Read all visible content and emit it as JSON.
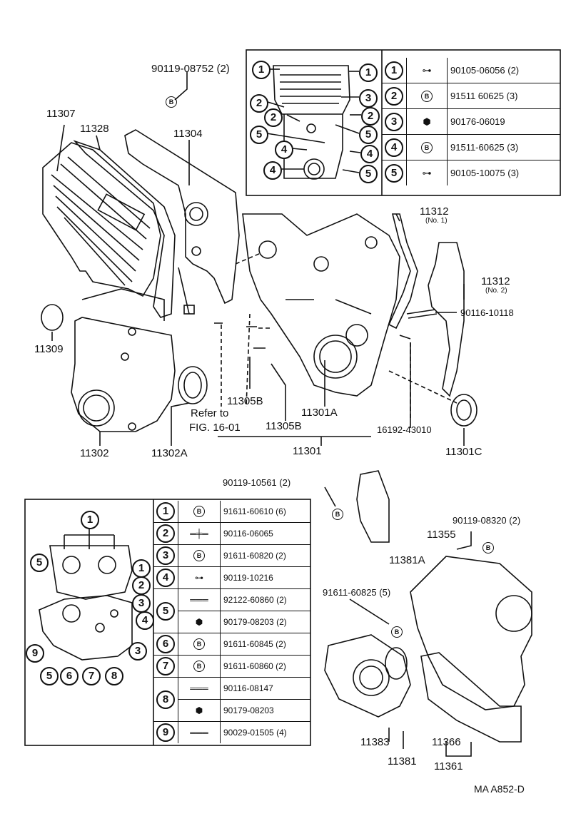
{
  "part_labels": {
    "p90119_08752": "90119-08752 (2)",
    "p11307": "11307",
    "p11328": "11328",
    "p11304": "11304",
    "p11312_a": "11312",
    "p11312_a_note": "(No. 1)",
    "p11312_b": "11312",
    "p11312_b_note": "(No. 2)",
    "p90116_10118": "90116-10118",
    "p11309": "11309",
    "p11305B_a": "11305B",
    "p11305B_b": "11305B",
    "p11301A": "11301A",
    "p16192": "16192-43010",
    "refer": "Refer to",
    "fig": "FIG. 16-01",
    "p11301": "11301",
    "p11301C": "11301C",
    "p11302": "11302",
    "p11302A": "11302A",
    "p90119_10561": "90119-10561 (2)",
    "p90119_08320": "90119-08320 (2)",
    "p11355": "11355",
    "p11381A": "11381A",
    "p91611_60825": "91611-60825 (5)",
    "p11383": "11383",
    "p11381": "11381",
    "p11366": "11366",
    "p11361": "11361",
    "code": "MA A852-D"
  },
  "top_table": [
    {
      "num": "1",
      "part": "90105-06056 (2)"
    },
    {
      "num": "2",
      "part": "91511 60625 (3)"
    },
    {
      "num": "3",
      "part": "90176-06019"
    },
    {
      "num": "4",
      "part": "91511-60625 (3)"
    },
    {
      "num": "5",
      "part": "90105-10075 (3)"
    }
  ],
  "bottom_table": [
    {
      "num": "1",
      "part": "91611-60610 (6)"
    },
    {
      "num": "2",
      "part": "90116-06065"
    },
    {
      "num": "3",
      "part": "91611-60820 (2)"
    },
    {
      "num": "4",
      "part": "90119-10216"
    },
    {
      "num": "5",
      "part": "92122-60860 (2)"
    },
    {
      "num": "",
      "part": "90179-08203 (2)"
    },
    {
      "num": "6",
      "part": "91611-60845 (2)"
    },
    {
      "num": "7",
      "part": "91611-60860 (2)"
    },
    {
      "num": "8",
      "part": "90116-08147"
    },
    {
      "num": "",
      "part": "90179-08203"
    },
    {
      "num": "9",
      "part": "90029-01505 (4)"
    }
  ],
  "bolt_mark": "B",
  "callout_numbers": {
    "c1": "1",
    "c2": "2",
    "c3": "3",
    "c4": "4",
    "c5": "5",
    "c6": "6",
    "c7": "7",
    "c8": "8",
    "c9": "9"
  },
  "icons": [
    "bolt-icon",
    "washer-bolt-icon",
    "stud-icon",
    "nut-icon",
    "flange-bolt-icon"
  ]
}
